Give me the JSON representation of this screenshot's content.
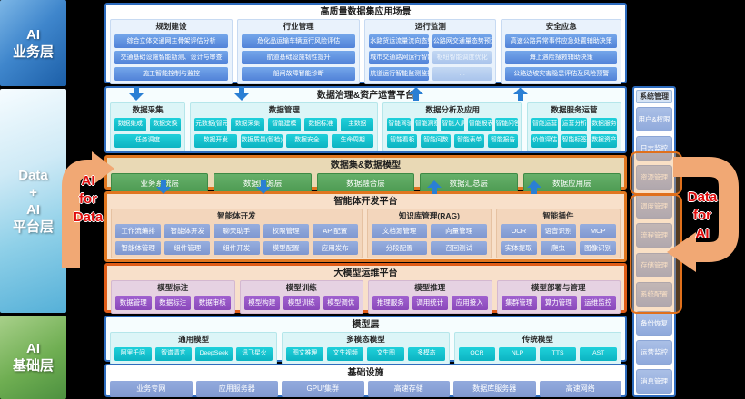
{
  "left_layers": [
    {
      "name": "ai-business-layer",
      "lines": [
        "AI",
        "业务层"
      ]
    },
    {
      "name": "data-ai-platform-layer",
      "lines": [
        "Data",
        "+",
        "AI",
        "平台层"
      ]
    },
    {
      "name": "ai-foundation-layer",
      "lines": [
        "AI",
        "基础层"
      ]
    }
  ],
  "sections": [
    {
      "id": "scenarios",
      "kind": "groups",
      "title": "高质量数据集应用场景",
      "groups": [
        {
          "title": "规划建设",
          "flex": 1,
          "rows": [
            [
              {
                "t": "综合立体交通网主骨架评估分析"
              }
            ],
            [
              {
                "t": "交通基础设施智能勘测、设计与审查"
              }
            ],
            [
              {
                "t": "施工智能控制与监控"
              }
            ]
          ]
        },
        {
          "title": "行业管理",
          "flex": 1,
          "rows": [
            [
              {
                "t": "危化品运输车辆运行风险评估"
              }
            ],
            [
              {
                "t": "航道基础设施韧性提升"
              }
            ],
            [
              {
                "t": "船闸故障智能诊断"
              }
            ]
          ]
        },
        {
          "title": "运行监测",
          "flex": 1.08,
          "rows": [
            [
              {
                "t": "水路货运流量流向态势预测"
              },
              {
                "t": "公路网交通量态势预测"
              }
            ],
            [
              {
                "t": "城市交通路网运行智能监测"
              },
              {
                "t": "枢纽智能调度优化",
                "faded": true
              }
            ],
            [
              {
                "t": "航道运行智能监测监控"
              },
              {
                "t": "…",
                "faded": true
              }
            ]
          ]
        },
        {
          "title": "安全应急",
          "flex": 0.98,
          "rows": [
            [
              {
                "t": "高速公路异常事件应急处置辅助决策"
              }
            ],
            [
              {
                "t": "海上遇险搜救辅助决策"
              }
            ],
            [
              {
                "t": "公路边坡灾害隐患评估及风险预警"
              }
            ]
          ]
        }
      ]
    },
    {
      "id": "data-governance",
      "kind": "groups",
      "title": "数据治理&资产运营平台",
      "groups": [
        {
          "title": "数据采集",
          "flex": 0.78,
          "rows": [
            [
              {
                "t": "数据集成"
              },
              {
                "t": "数据交换"
              }
            ],
            [
              {
                "t": "任务调度"
              }
            ]
          ]
        },
        {
          "title": "数据管理",
          "flex": 2.1,
          "rows": [
            [
              {
                "t": "元数据(智元)"
              },
              {
                "t": "数据采集"
              },
              {
                "t": "智能建模"
              },
              {
                "t": "数据标准"
              },
              {
                "t": "主数据"
              }
            ],
            [
              {
                "t": "数据开发"
              },
              {
                "t": "数据质量(智检)"
              },
              {
                "t": "数据安全"
              },
              {
                "t": "生命周期"
              }
            ]
          ]
        },
        {
          "title": "数据分析及应用",
          "flex": 1.53,
          "rows": [
            [
              {
                "t": "智能驾驶舱"
              },
              {
                "t": "智能洞察"
              },
              {
                "t": "智能大屏"
              },
              {
                "t": "智能报表"
              },
              {
                "t": "智能问答"
              }
            ],
            [
              {
                "t": "智能看板"
              },
              {
                "t": "智能问数"
              },
              {
                "t": "智能表单"
              },
              {
                "t": "智能报告"
              }
            ]
          ]
        },
        {
          "title": "数据服务运营",
          "flex": 1,
          "rows": [
            [
              {
                "t": "智能运营"
              },
              {
                "t": "运营分析"
              },
              {
                "t": "数据服务"
              }
            ],
            [
              {
                "t": "价值评估"
              },
              {
                "t": "智能标签"
              },
              {
                "t": "数据资产"
              }
            ]
          ]
        }
      ]
    },
    {
      "id": "dataset-models",
      "kind": "bars",
      "title": "数据集&数据模型",
      "bars": [
        "业务系统层",
        "数据贴源层",
        "数据融合层",
        "数据汇总层",
        "数据应用层"
      ]
    },
    {
      "id": "agent-platform",
      "kind": "groups",
      "title": "智能体开发平台",
      "groups": [
        {
          "title": "智能体开发",
          "flex": 2.1,
          "rows": [
            [
              {
                "t": "工作流编排"
              },
              {
                "t": "智能体开发"
              },
              {
                "t": "聊天助手"
              },
              {
                "t": "权限管理"
              },
              {
                "t": "API配置"
              }
            ],
            [
              {
                "t": "智能体管理"
              },
              {
                "t": "组件管理"
              },
              {
                "t": "组件开发"
              },
              {
                "t": "模型配置"
              },
              {
                "t": "应用发布"
              }
            ]
          ]
        },
        {
          "title": "知识库管理(RAG)",
          "flex": 1,
          "rows": [
            [
              {
                "t": "文档源管理"
              },
              {
                "t": "向量管理"
              }
            ],
            [
              {
                "t": "分段配置"
              },
              {
                "t": "召回测试"
              }
            ]
          ]
        },
        {
          "title": "智能插件",
          "flex": 1,
          "rows": [
            [
              {
                "t": "OCR"
              },
              {
                "t": "语音识别"
              },
              {
                "t": "MCP"
              }
            ],
            [
              {
                "t": "实体提取"
              },
              {
                "t": "爬虫"
              },
              {
                "t": "图像识别"
              }
            ]
          ]
        }
      ]
    },
    {
      "id": "llm-ops",
      "kind": "groups",
      "title": "大模型运维平台",
      "groups": [
        {
          "title": "模型标注",
          "flex": 1,
          "rows": [
            [
              {
                "t": "数据管理"
              },
              {
                "t": "数据标注"
              },
              {
                "t": "数据审核"
              }
            ]
          ]
        },
        {
          "title": "模型训练",
          "flex": 1,
          "rows": [
            [
              {
                "t": "模型构建"
              },
              {
                "t": "模型训练"
              },
              {
                "t": "模型调优"
              }
            ]
          ]
        },
        {
          "title": "模型推理",
          "flex": 1,
          "rows": [
            [
              {
                "t": "推理服务"
              },
              {
                "t": "调用统计"
              },
              {
                "t": "应用接入"
              }
            ]
          ]
        },
        {
          "title": "模型部署与管理",
          "flex": 1,
          "rows": [
            [
              {
                "t": "集群管理"
              },
              {
                "t": "算力管理"
              },
              {
                "t": "运维监控"
              }
            ]
          ]
        }
      ]
    },
    {
      "id": "model-layer",
      "kind": "groups",
      "title": "模型层",
      "groups": [
        {
          "title": "通用模型",
          "flex": 1,
          "rows": [
            [
              {
                "t": "阿里千问"
              },
              {
                "t": "智谱清言"
              },
              {
                "t": "DeepSeek"
              },
              {
                "t": "讯飞星火"
              }
            ]
          ]
        },
        {
          "title": "多模态模型",
          "flex": 1,
          "rows": [
            [
              {
                "t": "图文推理"
              },
              {
                "t": "文生视频"
              },
              {
                "t": "文生图"
              },
              {
                "t": "多模态"
              }
            ]
          ]
        },
        {
          "title": "传统模型",
          "flex": 1,
          "rows": [
            [
              {
                "t": "OCR"
              },
              {
                "t": "NLP"
              },
              {
                "t": "TTS"
              },
              {
                "t": "AST"
              }
            ]
          ]
        }
      ]
    },
    {
      "id": "infrastructure",
      "kind": "chips",
      "title": "基础设施",
      "chips": [
        "业务专网",
        "应用服务器",
        "GPU/集群",
        "高速存储",
        "数据库服务器",
        "高速网络"
      ]
    }
  ],
  "right_panel": {
    "title": "系统管理",
    "items": [
      "用户&权限",
      "日志监控",
      "资源管理",
      "调度管理",
      "流程管理",
      "存储管理",
      "系统配置",
      "备份恢复",
      "运营监控",
      "消息管理"
    ]
  },
  "annotations": {
    "ai_for_data": {
      "lines": [
        "AI",
        "for",
        "Data"
      ]
    },
    "data_for_ai": {
      "lines": [
        "Data",
        "for",
        "AI"
      ]
    }
  },
  "colors": {
    "blue_border": "#2e6cbe",
    "orange_border": "#e0761f",
    "teal_chip": "#0cb4c2",
    "blue_chip": "#5182d8",
    "green_bar": "#4d9a52",
    "purple_chip": "#8a48ba",
    "periwinkle_chip": "#7e97d0",
    "arrow_orange": "#f1a874",
    "annotation_red": "#e00c0c"
  }
}
